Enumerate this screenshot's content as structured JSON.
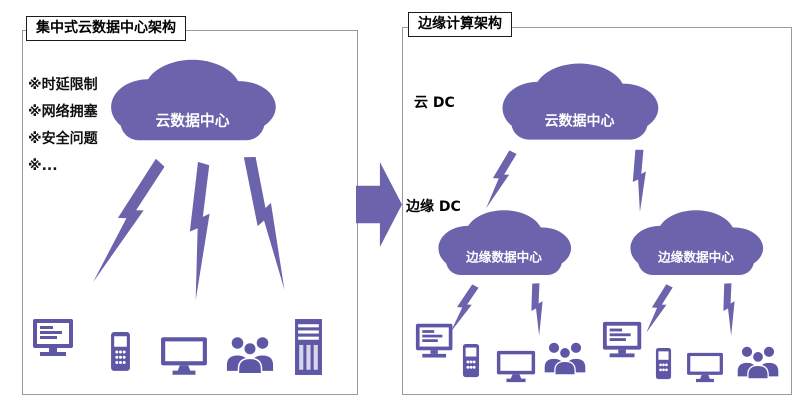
{
  "left": {
    "title": "集中式云数据中心架构",
    "cloud_label": "云数据中心",
    "bullets": [
      "※时延限制",
      "※网络拥塞",
      "※安全问题",
      "※..."
    ]
  },
  "right": {
    "title": "边缘计算架构",
    "cloud_dc_label": "云 DC",
    "cloud_label": "云数据中心",
    "edge_dc_label": "边缘 DC",
    "edge_cloud_left_label": "边缘数据中心",
    "edge_cloud_right_label": "边缘数据中心"
  },
  "colors": {
    "primary": "#6b63ab",
    "icon": "#5e57a6",
    "cloud_text": "#ffffff"
  }
}
